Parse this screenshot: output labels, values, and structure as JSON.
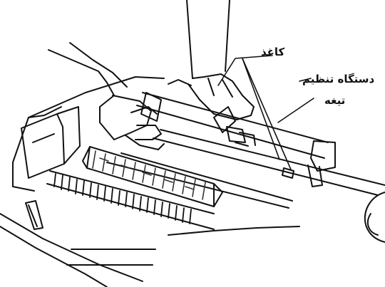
{
  "labels": {
    "paper": "کاغذ",
    "blade_adjuster_line1": "دستگاه تنظیم",
    "blade_adjuster_line2": "تیغه"
  },
  "colors": {
    "ink": "#111111",
    "paper_background": "#ffffff",
    "hatching": "#333333"
  }
}
